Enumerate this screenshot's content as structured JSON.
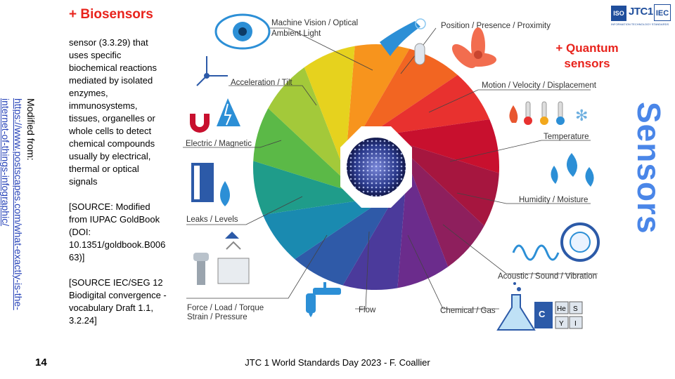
{
  "bio": {
    "title": "+ Biosensors",
    "text": "sensor (3.3.29) that\nuses specific\nbiochemical reactions\nmediated by isolated\nenzymes,\nimmunosystems,\ntissues, organelles or\nwhole cells to detect\nchemical compounds\nusually by electrical,\nthermal or optical\nsignals\n\n[SOURCE: Modified\nfrom IUPAC GoldBook\n(DOI:\n10.1351/goldbook.B006\n63)]\n\n[SOURCE IEC/SEG 12\nBiodigital convergence -\nvocabulary Draft 1.1,\n3.2.24]"
  },
  "source_note": {
    "prefix": "Modified from:",
    "link": "https://www.postscapes.com/what-exactly-is-the-internet-of-things-infographic/"
  },
  "slide_number": "14",
  "footer": "JTC 1 World Standards Day 2023 - F. Coallier",
  "side_title": "Sensors",
  "quantum": {
    "line1": "+ Quantum",
    "line2": "sensors"
  },
  "logo": {
    "iso": "ISO",
    "jtc": "JTC1",
    "iec": "IEC",
    "tagline": "INFORMATION TECHNOLOGY STANDARDS"
  },
  "wheel_labels": {
    "machine_vision_1": "Machine Vision / Optical",
    "machine_vision_2": "Ambient Light",
    "position": "Position / Presence / Proximity",
    "motion": "Motion / Velocity / Displacement",
    "temperature": "Temperature",
    "humidity": "Humidity / Moisture",
    "acoustic": "Acoustic / Sound / Vibration",
    "chemical": "Chemical / Gas",
    "flow": "Flow",
    "force_1": "Force / Load / Torque",
    "force_2": "Strain / Pressure",
    "leaks": "Leaks / Levels",
    "electric": "Electric / Magnetic",
    "acceleration": "Acceleration / Tilt"
  },
  "periodic_tiles": [
    "C",
    "He",
    "S",
    "Y",
    "I"
  ],
  "colors": {
    "accent_red": "#e8231c",
    "accent_blue": "#4a86e8",
    "link_blue": "#2743b8",
    "wheel": [
      "#f7941d",
      "#f26522",
      "#e8312f",
      "#c8102e",
      "#a6163f",
      "#8e1f5d",
      "#6b2c8c",
      "#4b3a9b",
      "#2f5aa8",
      "#1a8ab0",
      "#1f9c8a",
      "#5bb947",
      "#a3c93a",
      "#e6d21e"
    ]
  }
}
